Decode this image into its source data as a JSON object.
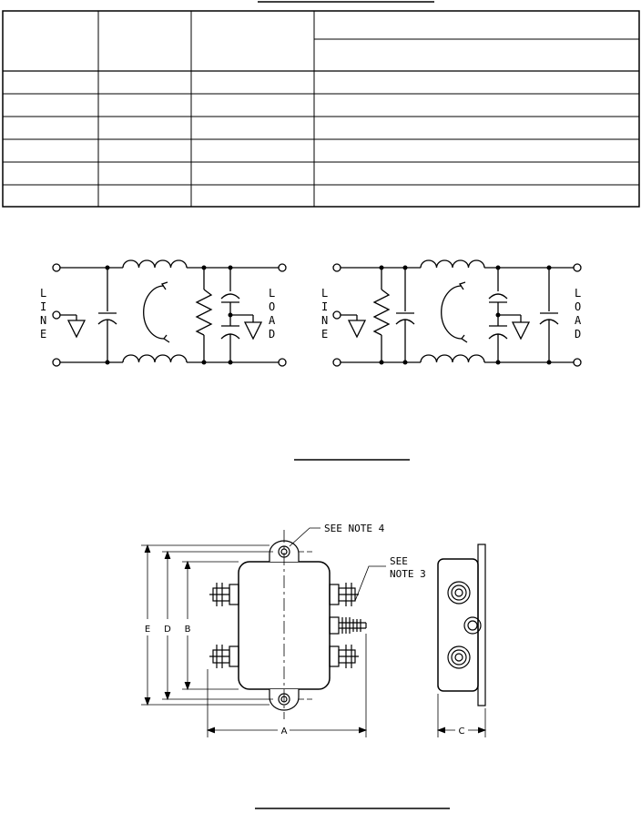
{
  "table": {
    "rows": 6
  },
  "schematics": {
    "line_label": [
      "L",
      "I",
      "N",
      "E"
    ],
    "load_label": [
      "L",
      "O",
      "A",
      "D"
    ]
  },
  "drawing": {
    "note4": "SEE NOTE 4",
    "note3_line1": "SEE",
    "note3_line2": "NOTE 3",
    "dim_a": "A",
    "dim_b": "B",
    "dim_c": "C",
    "dim_d": "D",
    "dim_e": "E"
  }
}
